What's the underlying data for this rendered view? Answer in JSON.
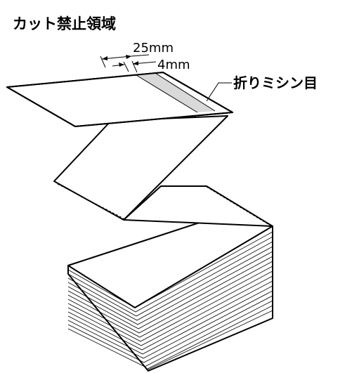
{
  "title": "カット禁止領域",
  "dimensions": {
    "outer": "25mm",
    "inner": "4mm"
  },
  "callout": {
    "label": "折りミシン目"
  },
  "colors": {
    "no_cut_zone": "#d9d9d9",
    "line": "#000000",
    "paper": "#ffffff"
  }
}
